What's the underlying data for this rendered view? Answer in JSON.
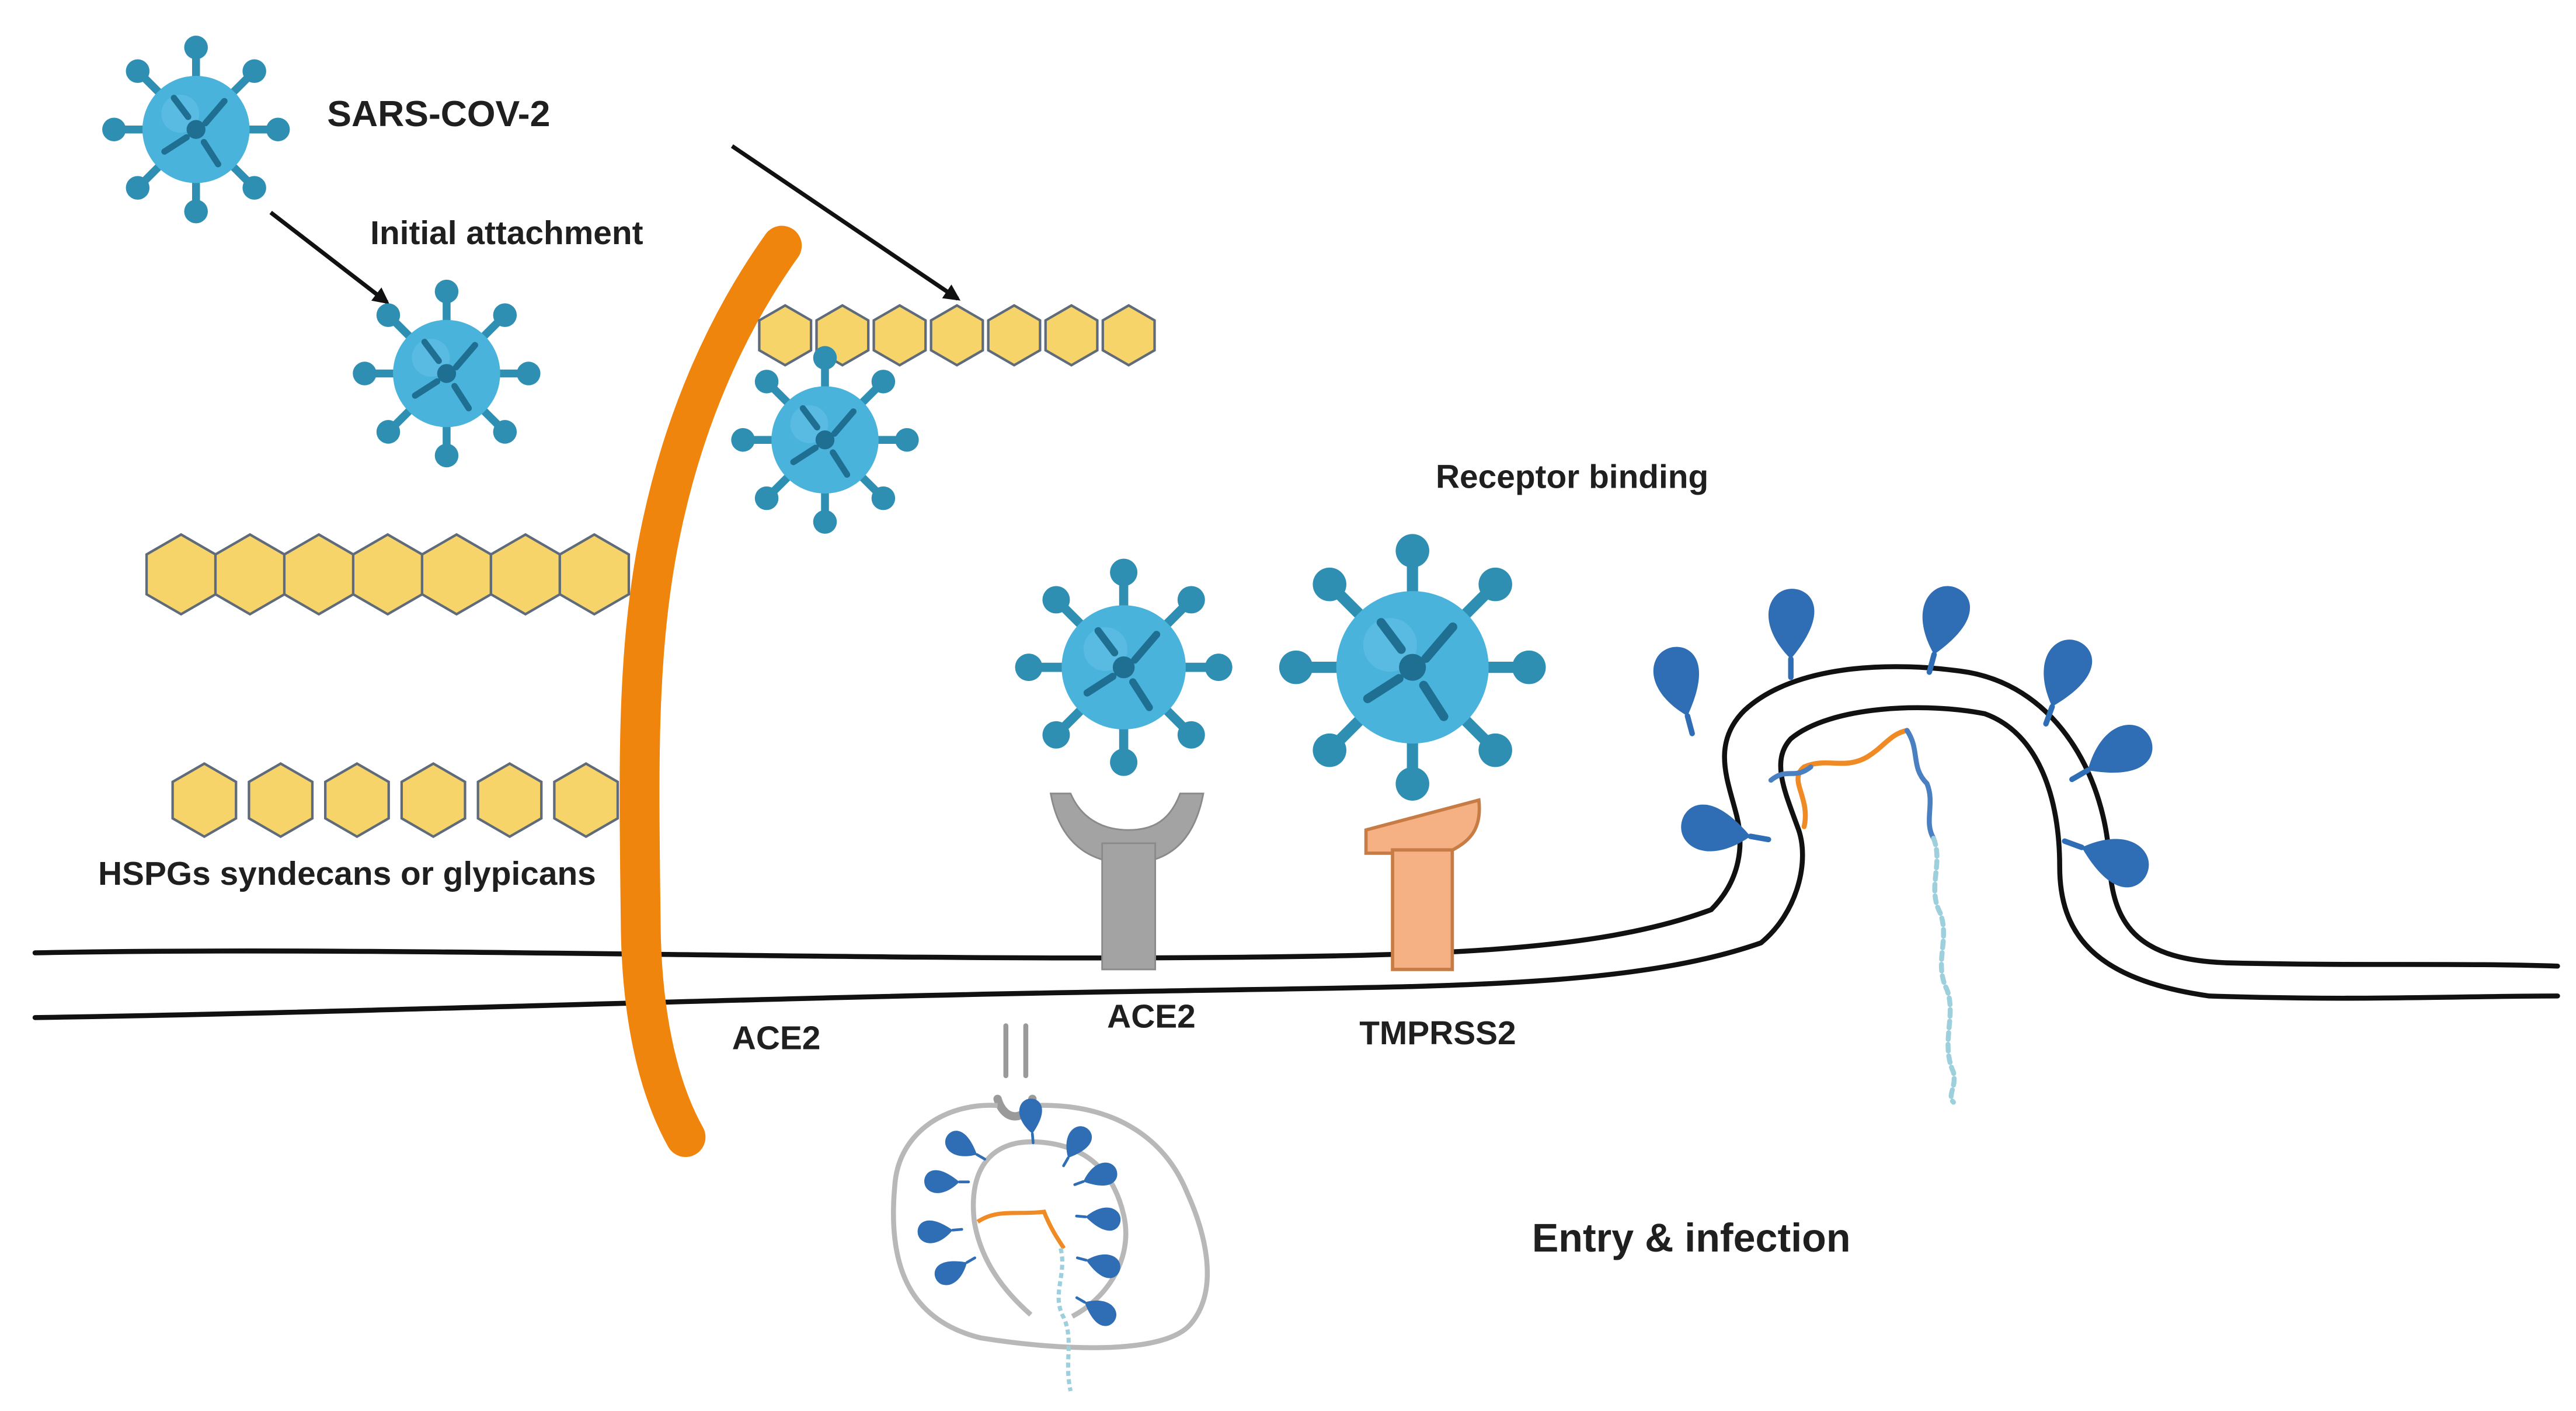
{
  "labels": {
    "virus_name": "SARS-COV-2",
    "initial_attachment": "Initial attachment",
    "receptor_binding": "Receptor binding",
    "hspg": "HSPGs syndecans or glypicans",
    "ace2_left": "ACE2",
    "ace2_mid": "ACE2",
    "tmprss2": "TMPRSS2",
    "entry": "Entry & infection"
  },
  "colors": {
    "virus_body": "#4ab3dc",
    "virus_spike": "#2e8fb3",
    "virus_core": "#1f6f93",
    "hspg_fill": "#f7d46a",
    "hspg_stroke": "#5f6b7a",
    "ace2_long": "#f0850e",
    "ace2_receptor": "#a3a3a3",
    "tmprss2": "#f5b183",
    "tmprss2_stroke": "#c77b45",
    "endosome_spike": "#2f6db5",
    "membrane": "#111111",
    "rna_orange": "#f08a24",
    "rna_blue": "#4a7fc1",
    "rna_light": "#9dd0dc"
  },
  "icons": [
    "virus-icon",
    "arrow-icon",
    "receptor-icon",
    "endosome-icon"
  ]
}
